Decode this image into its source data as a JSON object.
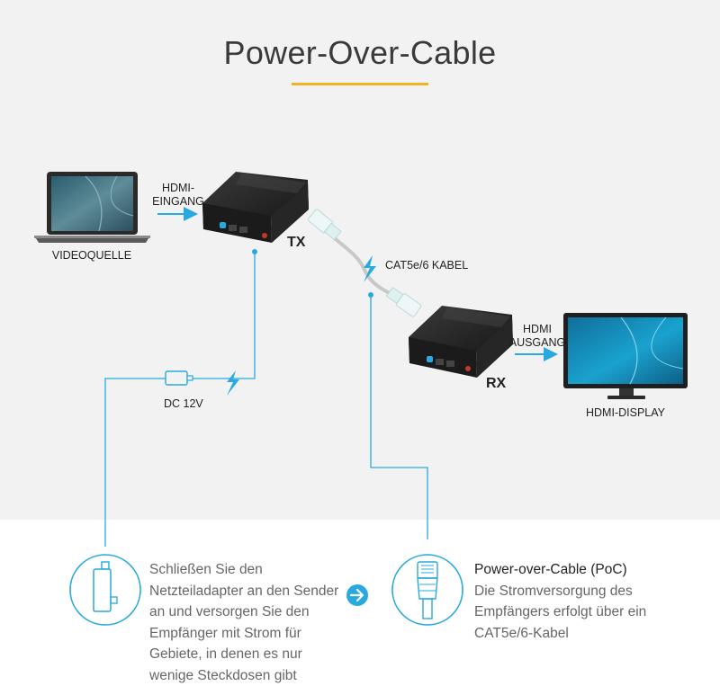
{
  "title": "Power-Over-Cable",
  "colors": {
    "accent": "#29a9df",
    "title_rule": "#f0b323",
    "device": "#1e1e1e",
    "background": "#f2f2f2"
  },
  "labels": {
    "hdmi_input": [
      "HDMI-",
      "EINGANG"
    ],
    "video_source": "VIDEOQUELLE",
    "tx": "TX",
    "rx": "RX",
    "cable": "CAT5e/6 KABEL",
    "hdmi_output": [
      "HDMI",
      "AUSGANG"
    ],
    "hdmi_display": "HDMI-DISPLAY",
    "dc": "DC 12V"
  },
  "left_info": {
    "icon": "power-adapter-icon",
    "text": "Schließen Sie den Netzteiladapter an den Sender an und versorgen Sie den Empfänger mit Strom für Gebiete, in denen es nur wenige Steckdosen gibt"
  },
  "arrow_icon": "arrow-right-circle-icon",
  "right_info": {
    "icon": "rj45-connector-icon",
    "heading": "Power-over-Cable (PoC)",
    "text": "Die Stromversorgung des Empfängers erfolgt über ein CAT5e/6-Kabel"
  }
}
